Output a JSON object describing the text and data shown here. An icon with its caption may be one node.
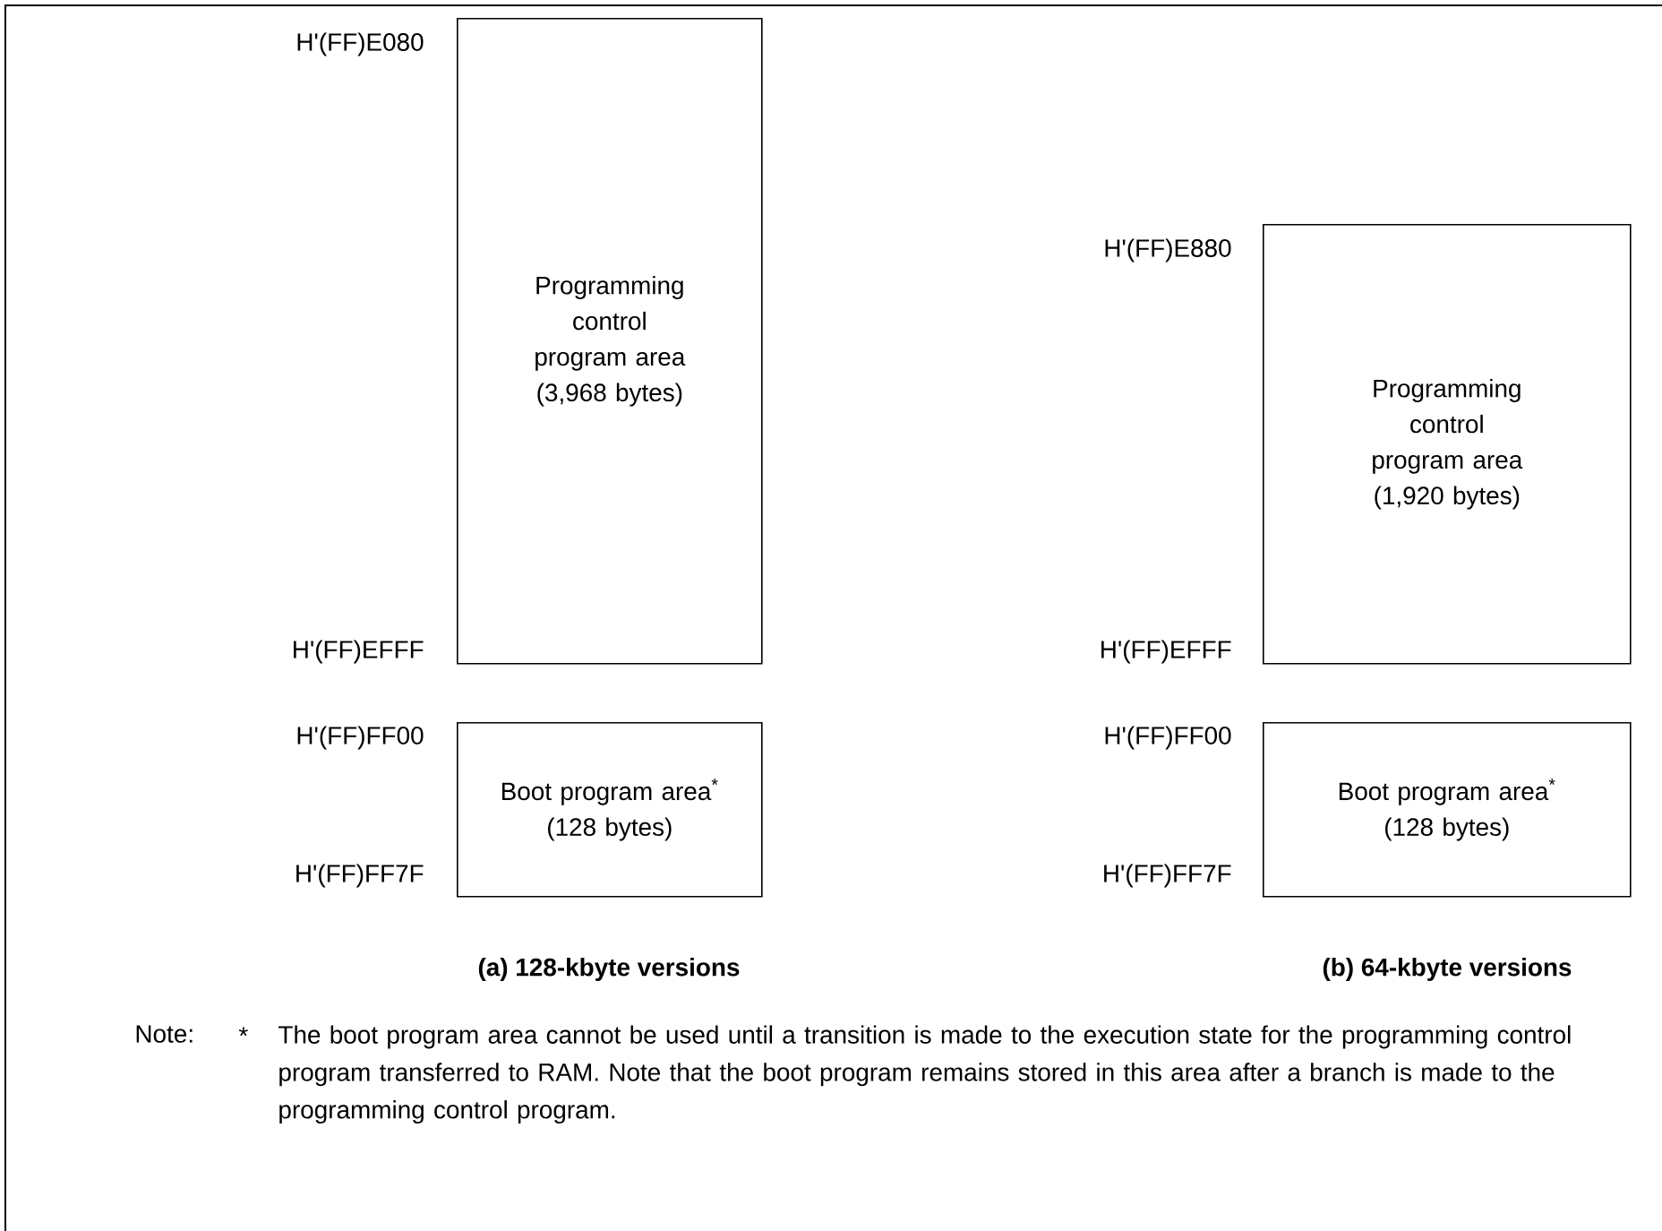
{
  "diagram": {
    "nodes": [
      {
        "text": [
          "Programming control program area",
          "(3,968 bytes)"
        ]
      },
      {
        "text": [
          "Programming control program area",
          "(1,920 bytes)"
        ]
      },
      {
        "text": [
          "Boot program area$^{*}$",
          "(128 bytes)"
        ]
      },
      {
        "text": [
          "Boot program area$^{*}$",
          "(128 bytes)"
        ]
      }
    ],
    "labels": [
      "H'(FF)E080",
      "H'(FF)E880",
      "H'(FF)EFFF",
      "H'(FF)EFFF",
      "H'(FF)FF00",
      "H'(FF)FF00",
      "H'(FF)FF7F",
      "H'(FF)FF7F",
      "(a)  128-kbyte versions",
      "(b)  64-kbyte versions",
      "Note:",
      "*",
      "The boot program area cannot be used until a transition is made to the execution state for the programming control program transferred to RAM. Note that the boot program remains stored in this area after a branch is made to the programming control program."
    ]
  }
}
